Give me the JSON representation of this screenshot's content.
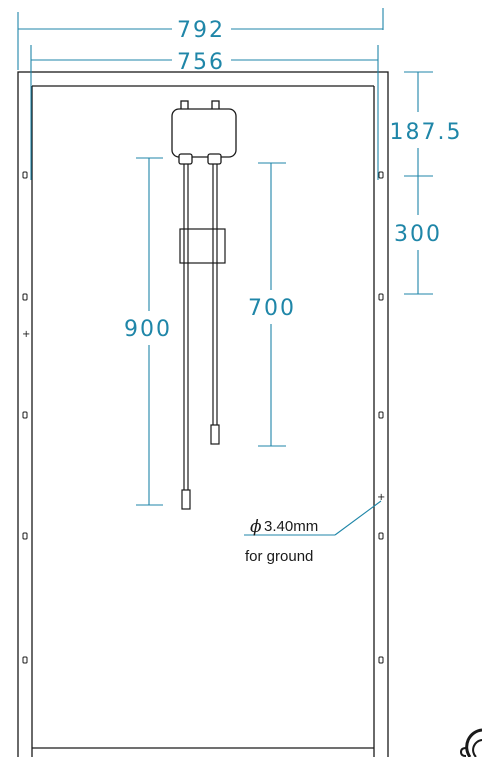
{
  "dimensions": {
    "overall_width": "792",
    "frame_width": "756",
    "top_offset": "187.5",
    "hole_spacing": "300",
    "cable_long": "900",
    "cable_short": "700"
  },
  "ground_note": {
    "diameter": "3.40mm",
    "symbol": "ϕ",
    "purpose": "for ground"
  },
  "marks": {
    "plus": "+"
  },
  "colors": {
    "dimension": "#1f86a8",
    "frame": "#1a1a1a"
  }
}
